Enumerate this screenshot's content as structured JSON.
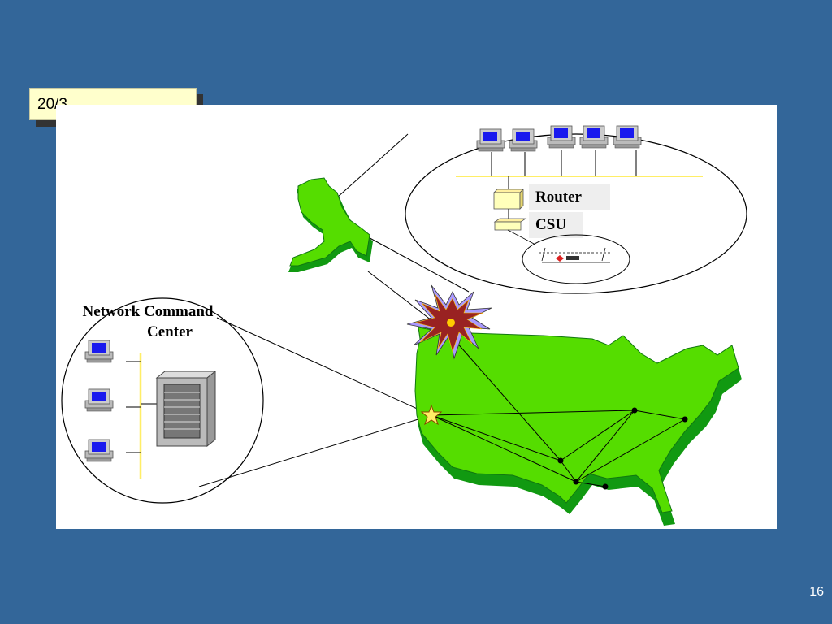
{
  "header": {
    "date_label": "20/3"
  },
  "diagram": {
    "ncc_title_line1": "Network Command",
    "ncc_title_line2": "Center",
    "router_label": "Router",
    "csu_label": "CSU"
  },
  "footer": {
    "page_number": "16"
  },
  "colors": {
    "slide_background": "#336699",
    "map_green": "#55dd00",
    "map_green_dark": "#119911",
    "network_line_yellow": "#ffee66",
    "date_box_fill": "#ffffcc",
    "burst_red": "#882222"
  }
}
